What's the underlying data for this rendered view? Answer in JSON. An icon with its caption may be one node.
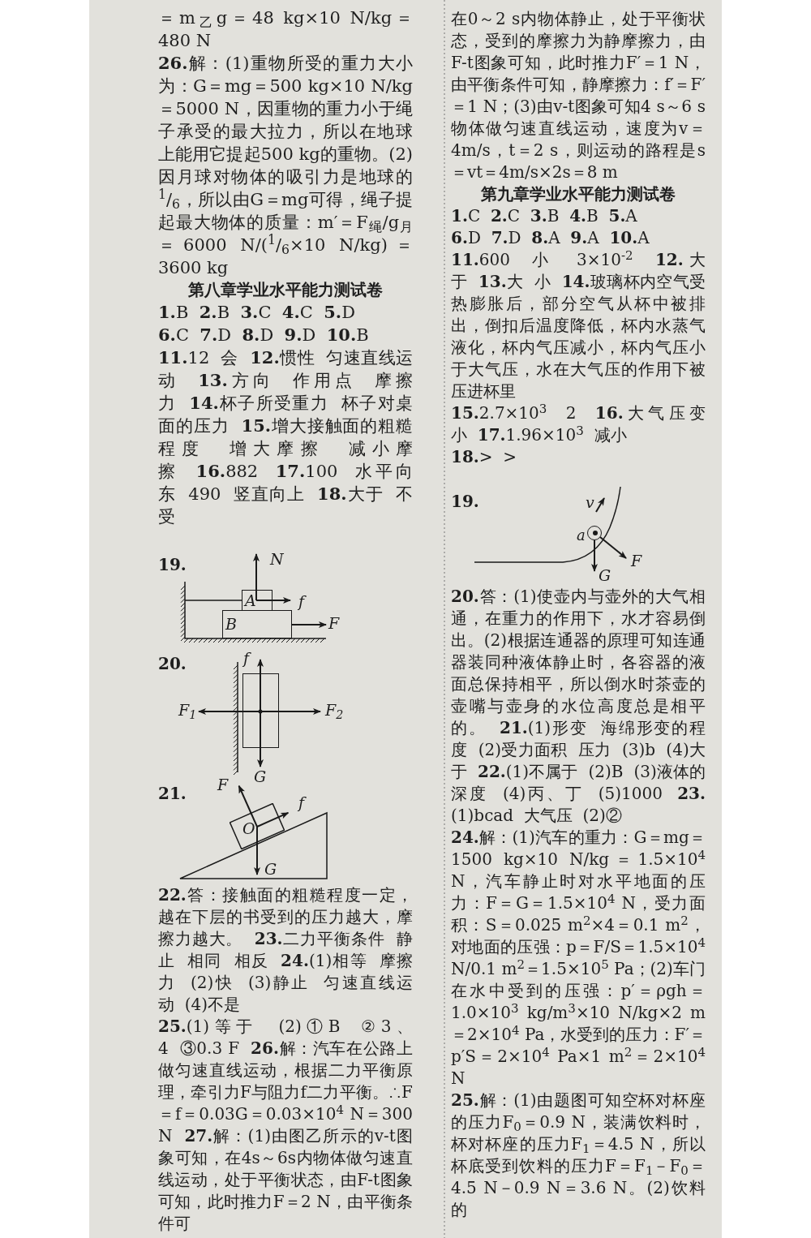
{
  "diagram": {
    "nodes": [
      {
        "text": [
          "A"
        ]
      },
      {
        "text": [
          "B"
        ]
      },
      {
        "text": [],
        "shape": "box"
      },
      {
        "text": [
          "O"
        ]
      },
      {
        "text": [],
        "shape": "circle",
        "beside": [
          "a"
        ]
      }
    ],
    "labels": [
      "＝m$_{乙}$g＝48 kg×10 N/kg＝480 N",
      "**26.**解：(1)重物所受的重力大小为：G＝mg＝500 kg×10 N/kg＝5000 N，因重物的重力小于绳子承受的最大拉力，所以在地球上能用它提起500 kg的重物。(2)因月球对物体的吸引力是地球的$^{1}$/$_{6}$，所以由G＝mg可得，绳子提起最大物体的质量：m′＝F$_{绳}$/g$_{月}$＝6000 N/($^{1}$/$_{6}$×10 N/kg)＝3600 kg",
      "第八章学业水平能力测试卷",
      "**1.**B  **2.**B  **3.**C  **4.**C  **5.**D",
      "**6.**C  **7.**D  **8.**D  **9.**D  **10.**B",
      "**11.**12  会  **12.**惯性  匀速直线运动  **13.**方向  作用点  摩擦力  **14.**杯子所受重力  杯子对桌面的压力  **15.**增大接触面的粗糙程度  增大摩擦  减小摩擦  **16.**882  **17.**100  水平向东  490  竖直向上  **18.**大于  不受",
      "19.",
      "N",
      "f",
      "F",
      "20.",
      "f",
      "F$_{1}$",
      "F$_{2}$",
      "G",
      "21.",
      "F",
      "f",
      "G",
      "**22.**答：接触面的粗糙程度一定，越在下层的书受到的压力越大，摩擦力越大。  **23.**二力平衡条件  静止  相同  相反  **24.**(1)相等  摩擦力  (2)快  (3)静止  匀速直线运动  (4)不是",
      "**25.**(1)等于  (2)①B  ②3、4  ③0.3 F  **26.**解：汽车在公路上做匀速直线运动，根据二力平衡原理，牵引力F与阻力f二力平衡。∴F＝f＝0.03G＝0.03×10$^{4}$ N＝300 N  **27.**解：(1)由图乙所示的v-t图象可知，在4s～6s内物体做匀速直线运动，处于平衡状态，由F-t图象可知，此时推力F＝2 N，由平衡条件可",
      "在0～2 s内物体静止，处于平衡状态，受到的摩擦力为静摩擦力，由F-t图象可知，此时推力F′＝1 N，由平衡条件可知，静摩擦力：f′＝F′＝1 N；(3)由v-t图象可知4 s～6 s物体做匀速直线运动，速度为v＝4m/s，t＝2 s，则运动的路程是s＝vt＝4m/s×2s＝8 m",
      "第九章学业水平能力测试卷",
      "**1.**C  **2.**C  **3.**B  **4.**B  **5.**A",
      "**6.**D  **7.**D  **8.**A  **9.**A  **10.**A",
      "**11.**600  小  3×10$^{-2}$  **12.**大于  **13.**大  小  **14.**玻璃杯内空气受热膨胀后，部分空气从杯中被排出，倒扣后温度降低，杯内水蒸气液化，杯内气压减小，杯内气压小于大气压，水在大气压的作用下被压进杯里",
      "**15.**2.7×10$^{3}$  2  **16.**大气压变小  **17.**1.96×10$^{3}$  减小",
      "**18.**>  >",
      "19.",
      "v",
      "F",
      "G",
      "**20.**答：(1)使壶内与壶外的大气相通，在重力的作用下，水才容易倒出。(2)根据连通器的原理可知连通器装同种液体静止时，各容器的液面总保持相平，所以倒水时茶壶的壶嘴与壶身的水位高度总是相平的。  **21.**(1)形变  海绵形变的程度  (2)受力面积  压力  (3)b  (4)大于  **22.**(1)不属于  (2)B  (3)液体的深度  (4)丙、丁  (5)1000  **23.**(1)bcad  大气压  (2)②",
      "**24.**解：(1)汽车的重力：G＝mg＝1500 kg×10 N/kg＝1.5×10$^{4}$ N，汽车静止时对水平地面的压力：F＝G＝1.5×10$^{4}$ N，受力面积：S＝0.025 m$^{2}$×4＝0.1 m$^{2}$，对地面的压强：p＝F/S＝1.5×10$^{4}$ N/0.1 m$^{2}$＝1.5×10$^{5}$ Pa；(2)车门在水中受到的压强：p′＝ρgh＝1.0×10$^{3}$ kg/m$^{3}$×10 N/kg×2 m＝2×10$^{4}$ Pa，水受到的压力：F′＝p′S＝2×10$^{4}$ Pa×1 m$^{2}$＝2×10$^{4}$ N",
      "**25.**解：(1)由题图可知空杯对杯座的压力F$_{0}$＝0.9 N，装满饮料时，杯对杯座的压力F$_{1}$＝4.5 N，所以杯底受到饮料的压力F＝F$_{1}$－F$_{0}$＝4.5 N－0.9 N＝3.6 N。(2)饮料的"
    ]
  }
}
